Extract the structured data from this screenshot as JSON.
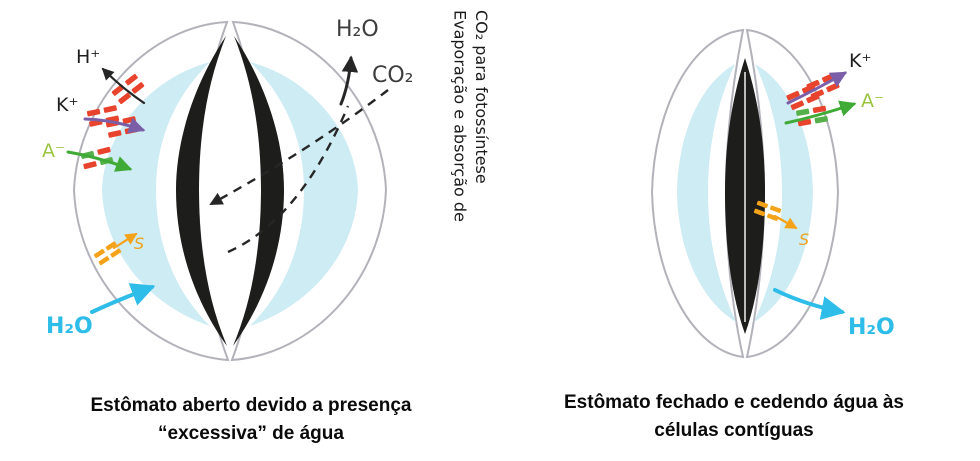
{
  "figures": {
    "open": {
      "ions": {
        "h_plus": "H⁺",
        "k_plus": "K⁺",
        "a_minus": "A⁻",
        "sugar": "S",
        "water_in": "H₂O",
        "water_out": "H₂O",
        "co2": "CO₂"
      },
      "side_note_line1": "Evaporação e absorção de",
      "side_note_line2": "CO₂ para fotossíntese",
      "caption_line1": "Estômato aberto devido a presença",
      "caption_line2": "“excessiva” de água"
    },
    "closed": {
      "ions": {
        "k_plus": "K⁺",
        "a_minus": "A⁻",
        "sugar": "S",
        "water_out": "H₂O"
      },
      "caption_line1": "Estômato fechado e cedendo água às",
      "caption_line2": "células contíguas"
    }
  },
  "colors": {
    "vacuole_cyan": "#cdecf3",
    "cell_outline": "#b2b2ba",
    "guard_wall_black": "#1d1d1b",
    "channel_red": "#e8432d",
    "channel_green": "#56b04a",
    "arrow_purple": "#7a5fa8",
    "arrow_green": "#3faa35",
    "arrow_orange": "#f5a21b",
    "label_green": "#9bc53f",
    "label_orange": "#f0a11e",
    "water_cyan": "#2ebde8",
    "ink_black": "#262626",
    "gas_label_gray": "#3d3d3d"
  }
}
